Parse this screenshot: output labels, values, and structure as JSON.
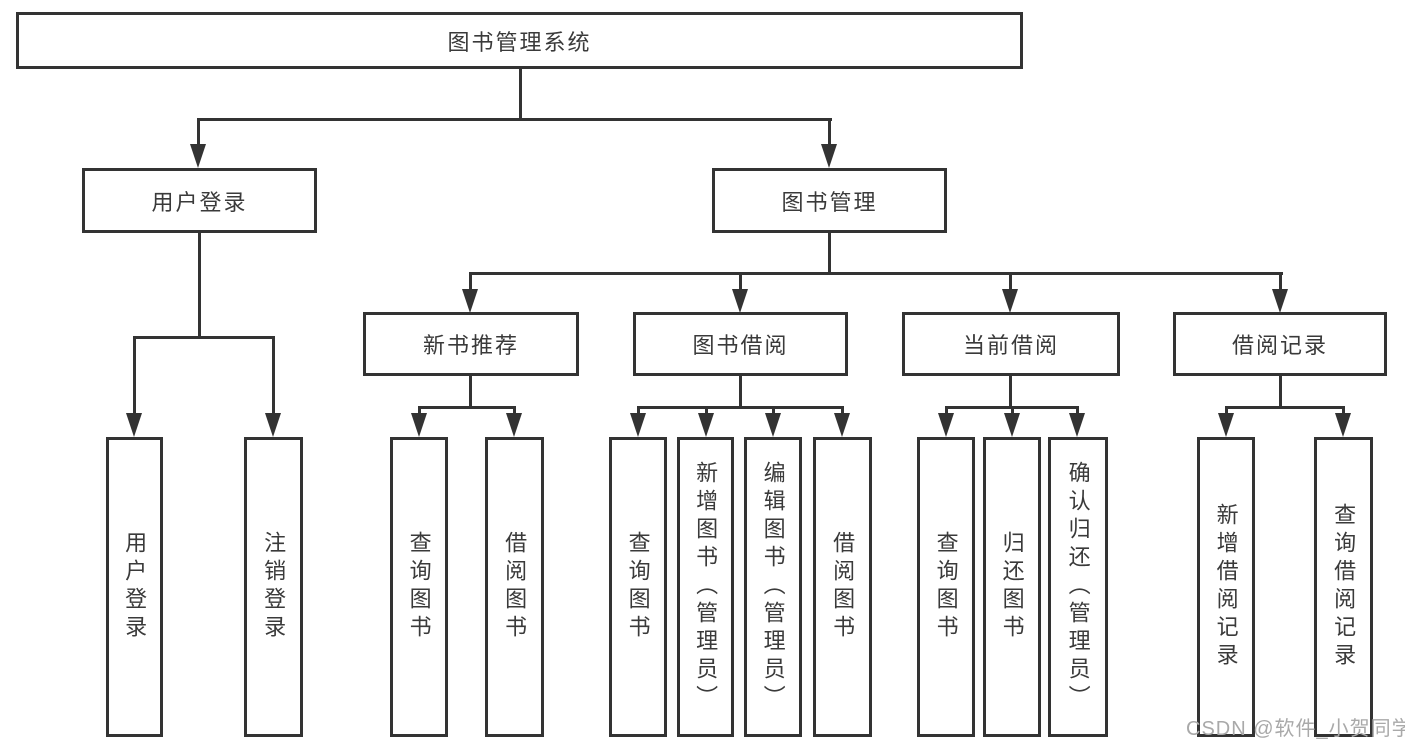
{
  "diagram": {
    "root": {
      "label": "图书管理系统"
    },
    "level2": [
      {
        "label": "用户登录"
      },
      {
        "label": "图书管理"
      }
    ],
    "level3": [
      {
        "label": "新书推荐"
      },
      {
        "label": "图书借阅"
      },
      {
        "label": "当前借阅"
      },
      {
        "label": "借阅记录"
      }
    ],
    "leaves": {
      "login": [
        "用户登录",
        "注销登录"
      ],
      "recommend": [
        "查询图书",
        "借阅图书"
      ],
      "borrow": [
        "查询图书",
        "新增图书（管理员）",
        "编辑图书（管理员）",
        "借阅图书"
      ],
      "current": [
        "查询图书",
        "归还图书",
        "确认归还（管理员）"
      ],
      "record": [
        "新增借阅记录",
        "查询借阅记录"
      ]
    }
  },
  "watermark": "CSDN @软件_小贺同学",
  "colors": {
    "line": "#333333",
    "text": "#3a3a3a",
    "background": "#ffffff",
    "watermark": "#a9a9a9"
  }
}
